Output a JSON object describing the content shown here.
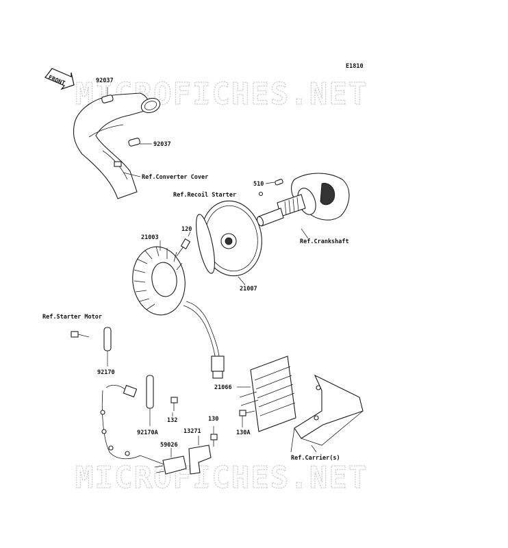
{
  "diagram_code": "E1810",
  "watermark": "MICROFICHES.NET",
  "front_arrow_label": "FRONT",
  "labels": {
    "p92037_top": "92037",
    "p92037_mid": "92037",
    "ref_converter_cover": "Ref.Converter Cover",
    "p510": "510",
    "ref_recoil_starter": "Ref.Recoil Starter",
    "ref_crankshaft": "Ref.Crankshaft",
    "p120": "120",
    "p21003": "21003",
    "p21007": "21007",
    "ref_starter_motor": "Ref.Starter Motor",
    "p92170": "92170",
    "p21066": "21066",
    "p132": "132",
    "p92170A": "92170A",
    "p130": "130",
    "p130A": "130A",
    "p13271": "13271",
    "p59026": "59026",
    "ref_carriers": "Ref.Carrier(s)"
  }
}
